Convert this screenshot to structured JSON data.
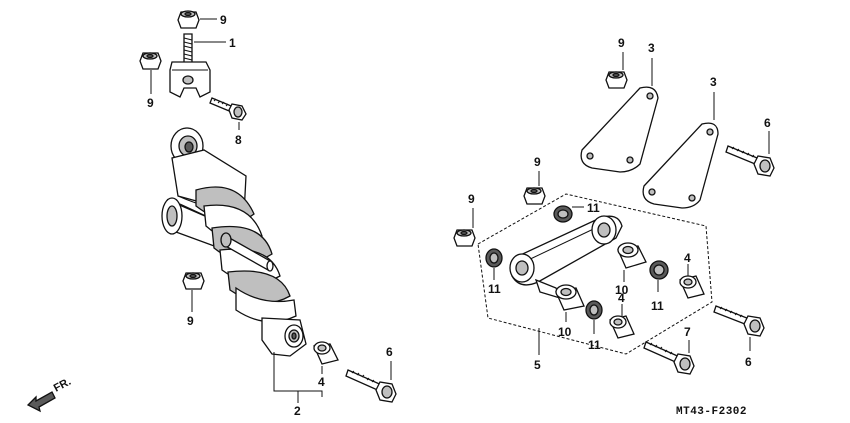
{
  "callouts": {
    "c1": "1",
    "c2": "2",
    "c3a": "3",
    "c3b": "3",
    "c4a": "4",
    "c4b": "4",
    "c4c": "4",
    "c5": "5",
    "c6a": "6",
    "c6b": "6",
    "c6c": "6",
    "c7": "7",
    "c8": "8",
    "c9a": "9",
    "c9b": "9",
    "c9c": "9",
    "c9d": "9",
    "c9e": "9",
    "c9f": "9",
    "c10a": "10",
    "c10b": "10",
    "c11a": "11",
    "c11b": "11",
    "c11c": "11",
    "c11d": "11"
  },
  "direction_label": "FR.",
  "diagram_code": "MT43-F2302"
}
